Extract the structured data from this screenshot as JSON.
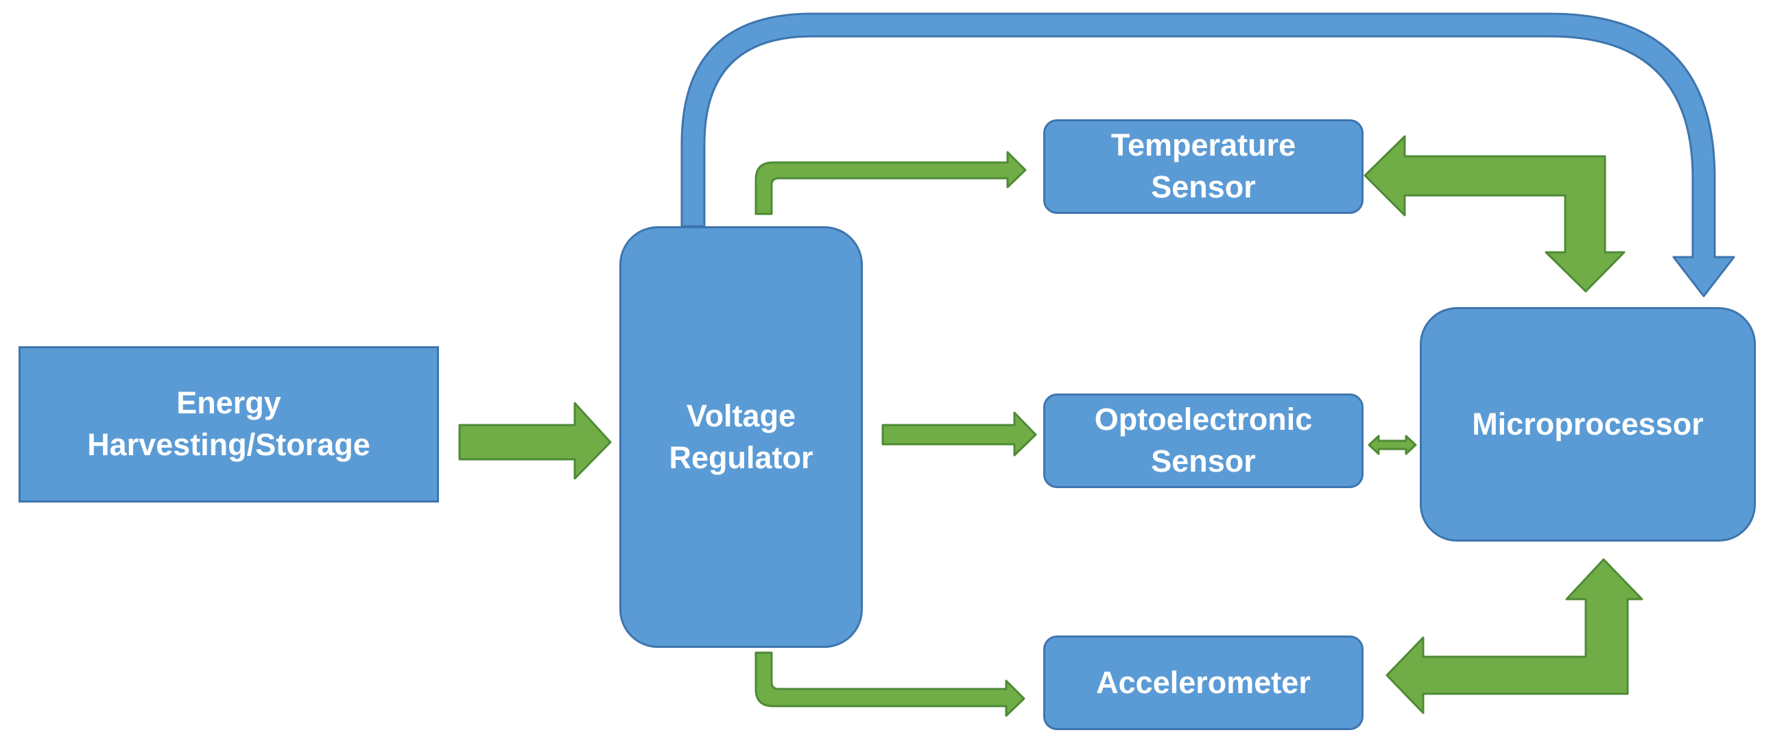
{
  "colors": {
    "block_fill": "#5B9BD5",
    "block_stroke": "#3E75AE",
    "arrow_green": "#70AD47",
    "arrow_green_stroke": "#4E8A35",
    "arrow_blue": "#5B9BD5",
    "text": "#FFFFFF"
  },
  "blocks": {
    "energy": {
      "label": "Energy\nHarvesting/Storage",
      "icon": "none"
    },
    "regulator": {
      "label": "Voltage\nRegulator"
    },
    "temperature": {
      "label": "Temperature\nSensor"
    },
    "opto": {
      "label": "Optoelectronic\nSensor"
    },
    "accelerometer": {
      "label": "Accelerometer"
    },
    "microprocessor": {
      "label": "Microprocessor"
    }
  },
  "connections": [
    {
      "from": "Energy Harvesting/Storage",
      "to": "Voltage Regulator",
      "style": "green-arrow"
    },
    {
      "from": "Voltage Regulator",
      "to": "Temperature Sensor",
      "style": "green-elbow-arrow"
    },
    {
      "from": "Voltage Regulator",
      "to": "Optoelectronic Sensor",
      "style": "green-arrow"
    },
    {
      "from": "Voltage Regulator",
      "to": "Accelerometer",
      "style": "green-elbow-arrow"
    },
    {
      "from": "Voltage Regulator",
      "to": "Microprocessor",
      "style": "blue-loop-arrow"
    },
    {
      "from": "Temperature Sensor",
      "to": "Microprocessor",
      "style": "green-bidirectional-elbow"
    },
    {
      "from": "Optoelectronic Sensor",
      "to": "Microprocessor",
      "style": "green-bidirectional"
    },
    {
      "from": "Accelerometer",
      "to": "Microprocessor",
      "style": "green-bidirectional-elbow"
    }
  ]
}
